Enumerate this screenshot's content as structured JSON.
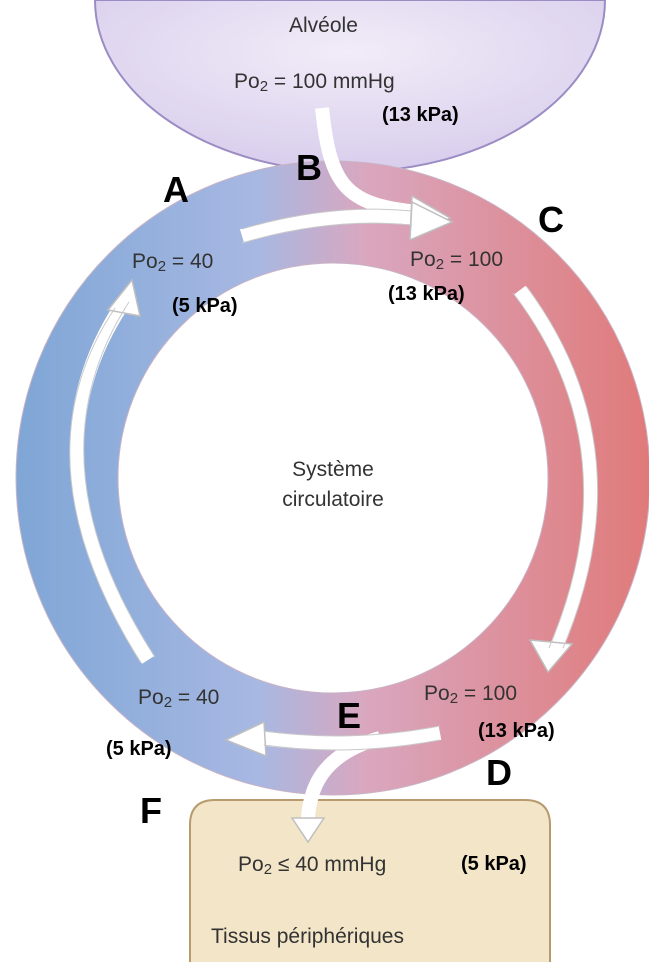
{
  "alveole": {
    "title": "Alvéole",
    "po2_prefix": "Po",
    "po2_sub": "2",
    "po2_value": " = 100 mmHg",
    "kpa": "(13 kPa)"
  },
  "circle": {
    "line1": "Système",
    "line2": "circulatoire"
  },
  "points": {
    "A": {
      "letter": "A",
      "po2_value": " = 40",
      "kpa": "(5 kPa)"
    },
    "B": {
      "letter": "B"
    },
    "C": {
      "letter": "C",
      "po2_value": " = 100",
      "kpa": "(13 kPa)"
    },
    "D": {
      "letter": "D",
      "po2_value": " = 100",
      "kpa": "(13 kPa)"
    },
    "E": {
      "letter": "E"
    },
    "F": {
      "letter": "F",
      "po2_value": " = 40",
      "kpa": "(5 kPa)"
    }
  },
  "tissus": {
    "title": "Tissus périphériques",
    "po2_value": " ≤ 40 mmHg",
    "kpa": "(5 kPa)"
  },
  "colors": {
    "venous_blue": "#7fa6d6",
    "arterial_red": "#e07a7a",
    "alveole_fill": "#e5ddf0",
    "alveole_stroke": "#9b8cc4",
    "tissus_fill": "#f3e5c8",
    "tissus_stroke": "#b79b6e"
  }
}
